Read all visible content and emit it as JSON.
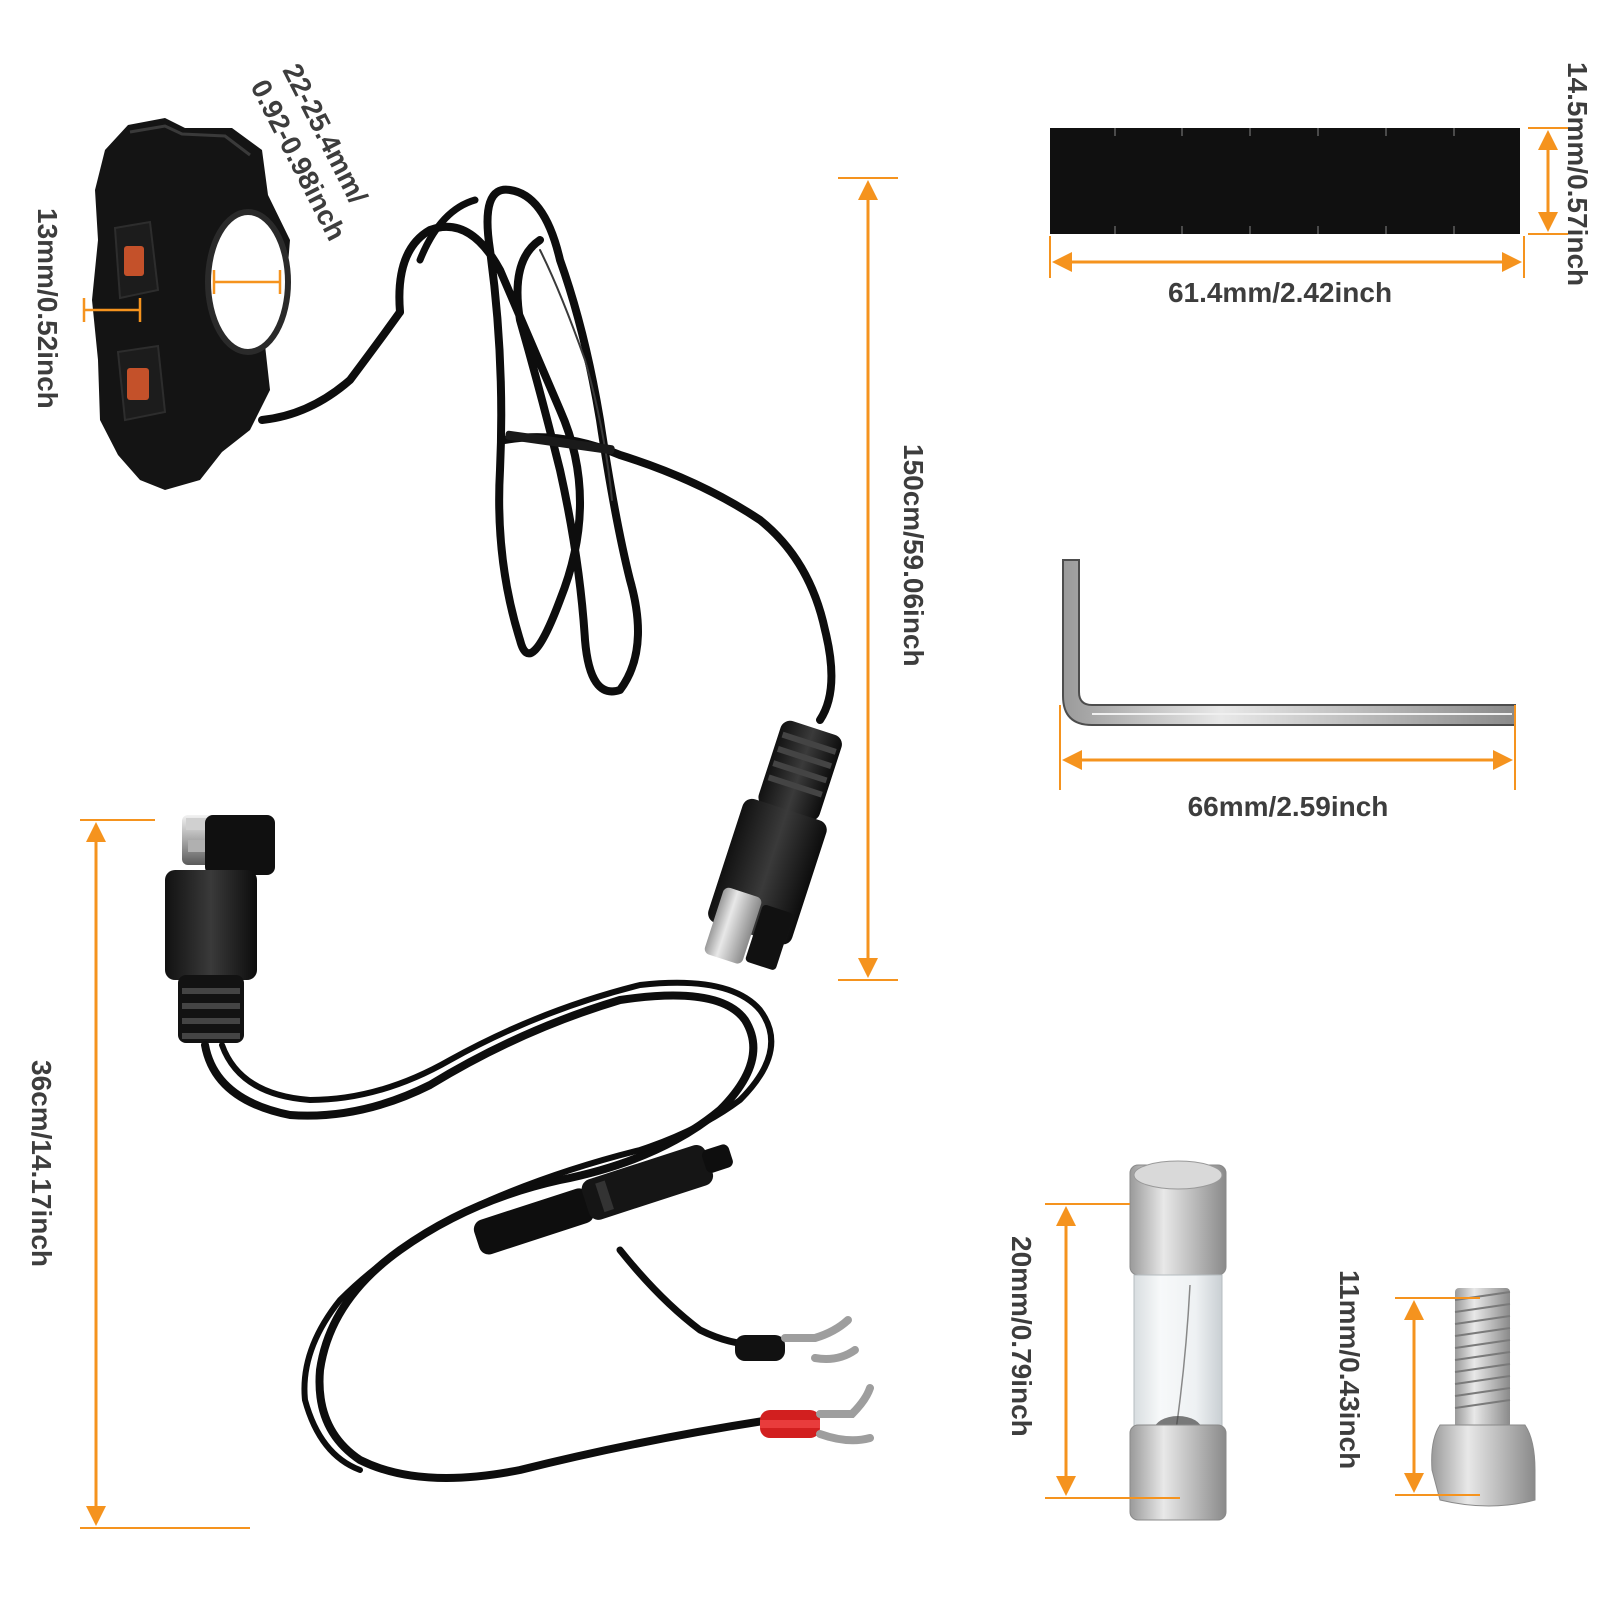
{
  "labels": {
    "mount_clamp": "22-25.4mm/\n0.92-0.98inch",
    "mount_height": "13mm/0.52inch",
    "main_cable": "150cm/59.06inch",
    "ring_cable": "36cm/14.17inch",
    "pad_thickness": "14.5mm/0.57inch",
    "pad_length": "61.4mm/2.42inch",
    "hex_key_length": "66mm/2.59inch",
    "fuse_length": "20mm/0.79inch",
    "screw_length": "11mm/0.43inch"
  },
  "colors": {
    "dimension_line": "#f5931e",
    "label_text": "#3d3d3d",
    "background": "#ffffff"
  }
}
